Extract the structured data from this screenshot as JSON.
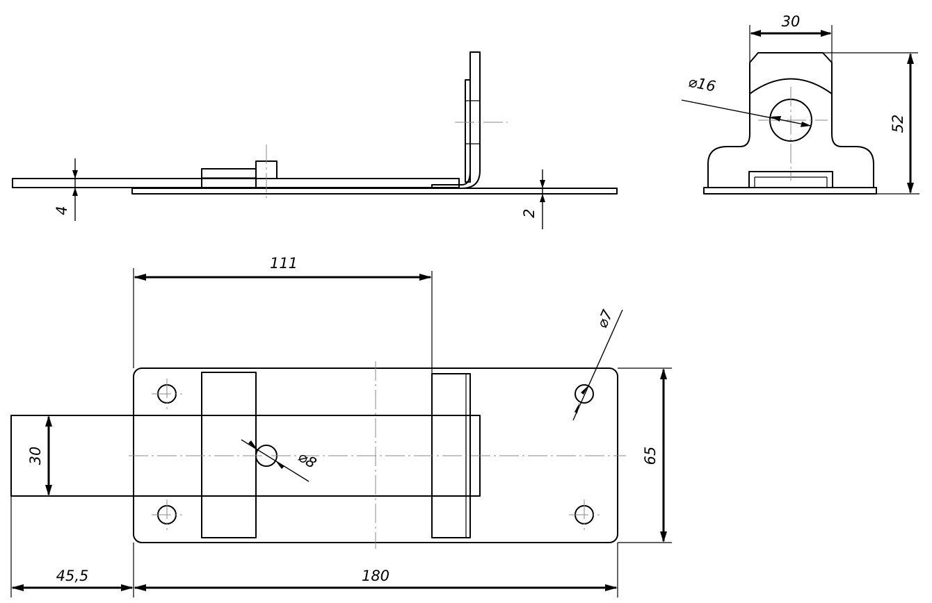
{
  "dimensions": {
    "side_thickness_bolt": "4",
    "side_thickness_plate": "2",
    "end_width": "30",
    "end_height": "52",
    "end_hole_dia": "⌀16",
    "plan_length_111": "111",
    "plan_hole_dia_7": "⌀7",
    "plan_bolt_width": "30",
    "plan_knob_dia": "⌀8",
    "plan_plate_height": "65",
    "plan_bolt_overhang": "45,5",
    "plan_plate_length": "180"
  }
}
